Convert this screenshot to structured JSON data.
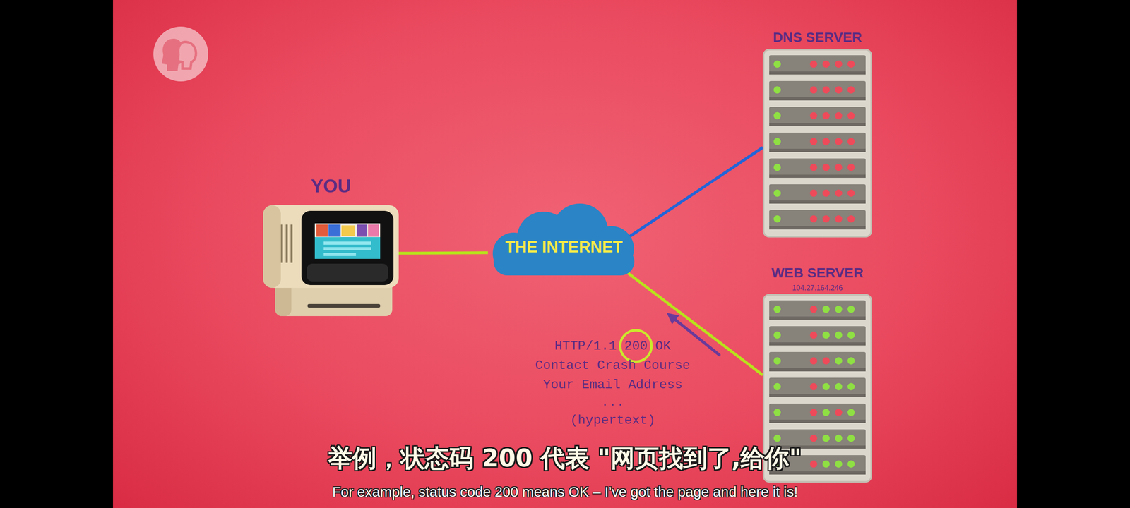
{
  "diagram": {
    "nodes": [
      {
        "text": [
          "YOU"
        ]
      },
      {
        "text": [
          "THE INTERNET"
        ]
      },
      {
        "text": [
          "DNS SERVER"
        ]
      },
      {
        "text": [
          "WEB SERVER",
          "104.27.164.246"
        ]
      }
    ],
    "edges": [
      {
        "from": 0,
        "to": 1,
        "arrow": "none"
      },
      {
        "from": 1,
        "to": 2,
        "arrow": "none"
      },
      {
        "from": 1,
        "to": 3,
        "arrow": "none"
      }
    ],
    "labels": [
      "HTTP/1.1 200 OK",
      "Contact Crash Course",
      "Your Email Address",
      "...",
      "(hypertext)",
      "举例，状态码 200 代表 \"网页找到了,给你\"",
      "For example, status code 200 means OK – I’ve got the page and here it is!"
    ]
  }
}
